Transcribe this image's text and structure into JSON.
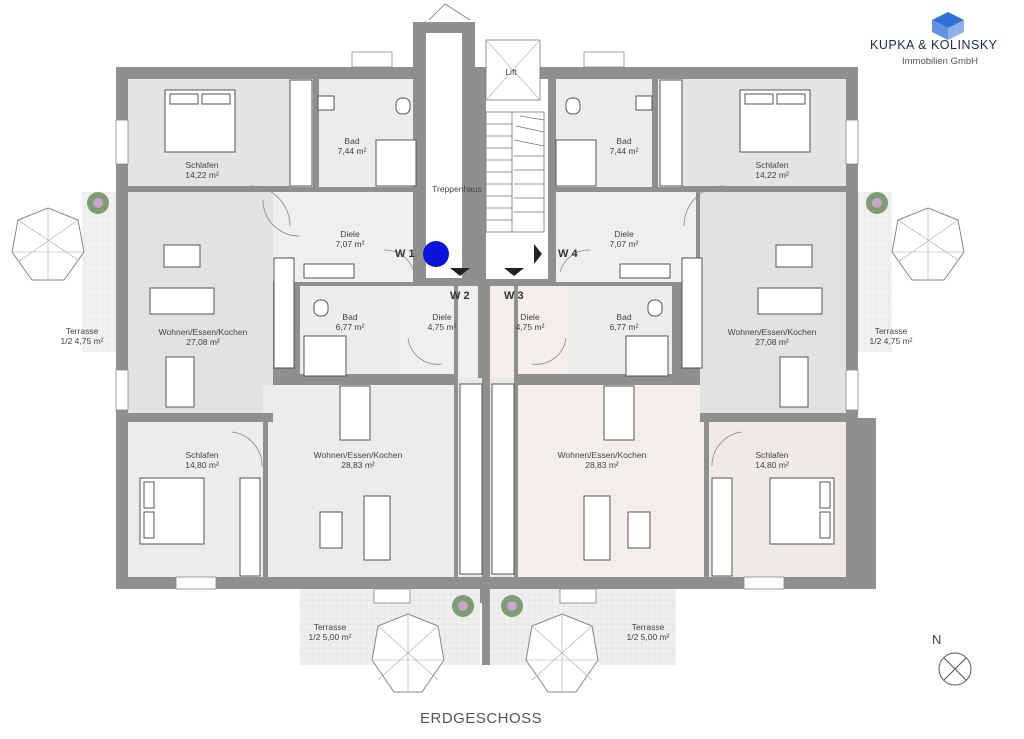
{
  "brand": {
    "name": "KUPKA & KOLINSKY",
    "subtitle": "Immobilien GmbH",
    "logo_color": "#2f6fd6"
  },
  "floor_name": "ERDGESCHOSS",
  "north_label": "N",
  "marker_color": "#0a14d6",
  "units": {
    "w1": "W 1",
    "w2": "W 2",
    "w3": "W 3",
    "w4": "W 4"
  },
  "rooms": {
    "lift": {
      "name": "Lift"
    },
    "treppenhaus": {
      "name": "Treppenhaus"
    },
    "w1_bad": {
      "name": "Bad",
      "area": "7,44 m²"
    },
    "w1_schlafen": {
      "name": "Schlafen",
      "area": "14,22 m²"
    },
    "w1_diele": {
      "name": "Diele",
      "area": "7,07 m²"
    },
    "w1_wohnen": {
      "name": "Wohnen/Essen/Kochen",
      "area": "27,08 m²"
    },
    "w1_terrasse": {
      "name": "Terrasse",
      "area": "1/2 4,75 m²"
    },
    "w2_bad": {
      "name": "Bad",
      "area": "6,77 m²"
    },
    "w2_diele": {
      "name": "Diele",
      "area": "4,75 m²"
    },
    "w2_schlafen": {
      "name": "Schlafen",
      "area": "14,80 m²"
    },
    "w2_wohnen": {
      "name": "Wohnen/Essen/Kochen",
      "area": "28,83 m²"
    },
    "w2_terrasse": {
      "name": "Terrasse",
      "area": "1/2 5,00 m²"
    },
    "w3_diele": {
      "name": "Diele",
      "area": "4,75 m²"
    },
    "w3_bad": {
      "name": "Bad",
      "area": "6,77 m²"
    },
    "w3_wohnen": {
      "name": "Wohnen/Essen/Kochen",
      "area": "28,83 m²"
    },
    "w3_schlafen": {
      "name": "Schlafen",
      "area": "14,80 m²"
    },
    "w3_terrasse": {
      "name": "Terrasse",
      "area": "1/2 5,00 m²"
    },
    "w4_bad": {
      "name": "Bad",
      "area": "7,44 m²"
    },
    "w4_schlafen": {
      "name": "Schlafen",
      "area": "14,22 m²"
    },
    "w4_diele": {
      "name": "Diele",
      "area": "7,07 m²"
    },
    "w4_wohnen": {
      "name": "Wohnen/Essen/Kochen",
      "area": "27,08 m²"
    },
    "w4_terrasse": {
      "name": "Terrasse",
      "area": "1/2 4,75 m²"
    }
  }
}
